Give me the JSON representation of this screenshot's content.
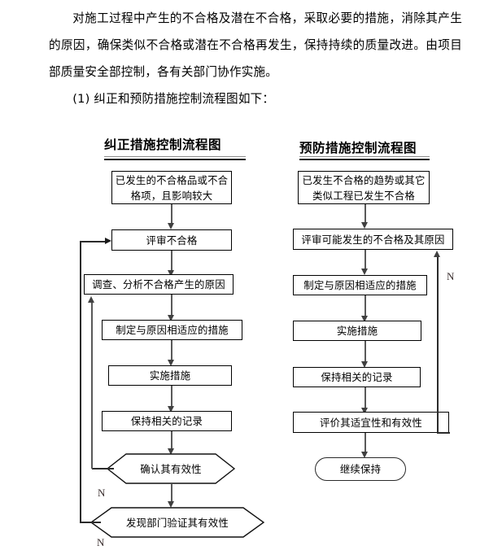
{
  "document": {
    "paragraphs": [
      "对施工过程中产生的不合格及潜在不合格，采取必要的措施，消除其产生的原因，确保类似不合格或潜在不合格再发生，保持持续的质量改进。由项目部质量安全部控制，各有关部门协作实施。",
      "(1) 纠正和预防措施控制流程图如下："
    ]
  },
  "flowcharts": {
    "corrective": {
      "title": "纠正措施控制流程图",
      "nodes": {
        "start": "已发生的不合格品或不合格项，且影响较大",
        "review": "评审不合格",
        "investigate": "调查、分析不合格产生的原因",
        "plan": "制定与原因相适应的措施",
        "implement": "实施措施",
        "record": "保持相关的记录",
        "confirm": "确认其有效性",
        "verify": "发现部门验证其有效性"
      },
      "branch_labels": {
        "confirm_no": "N",
        "verify_no": "N"
      }
    },
    "preventive": {
      "title": "预防措施控制流程图",
      "nodes": {
        "start": "已发生不合格的趋势或其它类似工程已发生不合格",
        "review": "评审可能发生的不合格及其原因",
        "plan": "制定与原因相适应的措施",
        "implement": "实施措施",
        "record": "保持相关的记录",
        "evaluate": "评价其适宜性和有效性",
        "maintain": "继续保持"
      },
      "branch_labels": {
        "evaluate_no": "N"
      }
    }
  },
  "colors": {
    "connector": "#595959",
    "border": "#000000",
    "label": "#3a2f2f"
  }
}
